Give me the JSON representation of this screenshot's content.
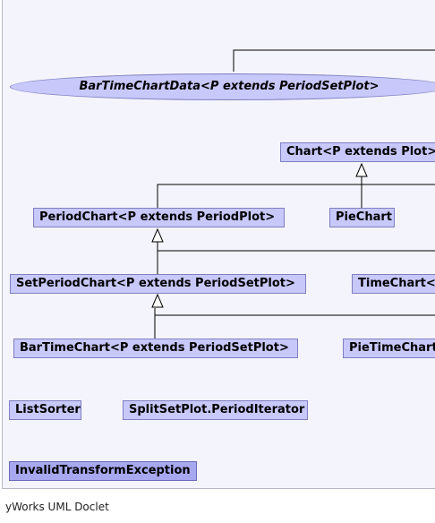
{
  "diagram": {
    "ellipse": {
      "label": "BarTimeChartData<P extends PeriodSetPlot>"
    },
    "nodes": {
      "chart": "Chart<P extends Plot>",
      "period_chart": "PeriodChart<P extends PeriodPlot>",
      "pie_chart": "PieChart",
      "set_period_chart": "SetPeriodChart<P extends PeriodSetPlot>",
      "time_chart": "TimeChart<P e",
      "bar_time_chart": "BarTimeChart<P extends PeriodSetPlot>",
      "pie_time_chart": "PieTimeChart",
      "list_sorter": "ListSorter",
      "split_set_plot_iterator": "SplitSetPlot.PeriodIterator",
      "invalid_transform_exception": "InvalidTransformException"
    },
    "colors": {
      "node_fill": "#c8c8fa",
      "node_fill_dark": "#a8a8f0",
      "node_border": "#7f7fc0",
      "canvas": "#f4f4fc"
    }
  },
  "footer": {
    "text": "yWorks UML Doclet"
  }
}
